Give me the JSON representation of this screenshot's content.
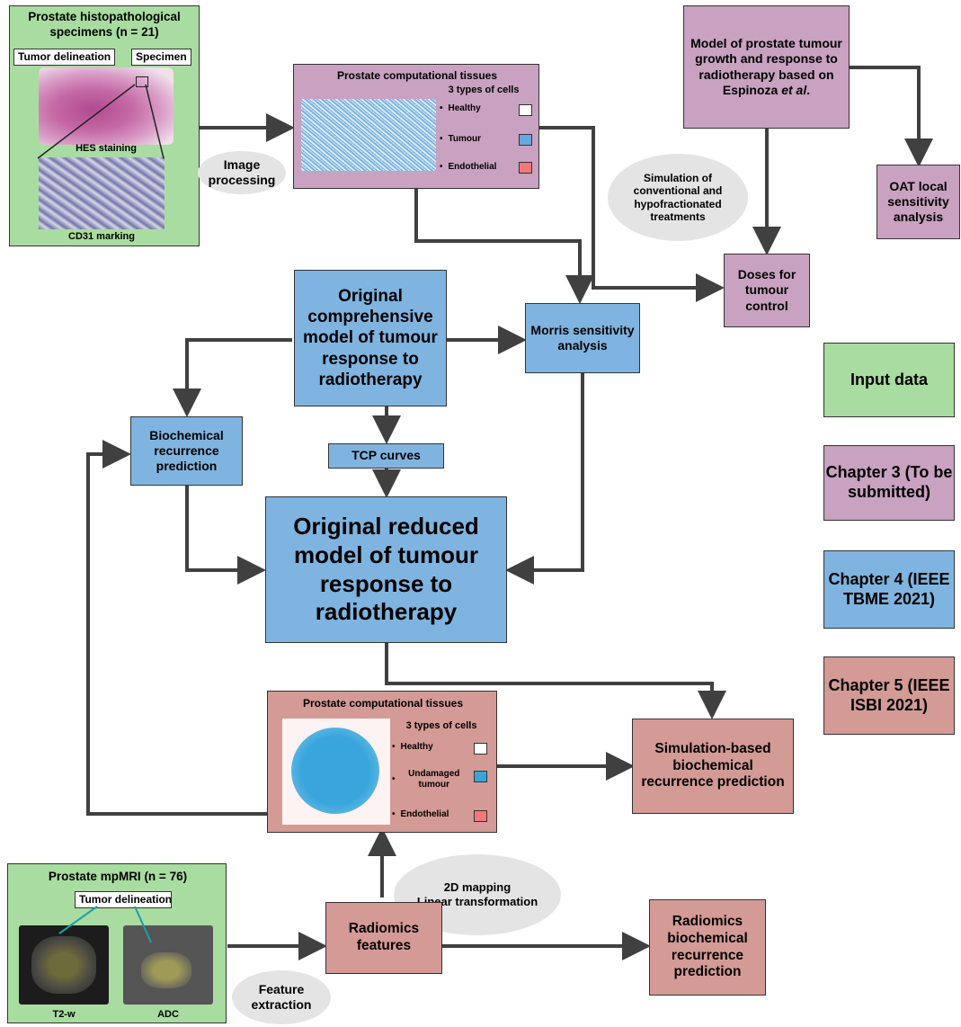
{
  "specimens": {
    "title": "Prostate histopathological specimens (n = 21)",
    "tumor_delineation": "Tumor delineation",
    "specimen": "Specimen",
    "hes": "HES staining",
    "cd31": "CD31 marking"
  },
  "tissues_top": {
    "title": "Prostate computational tissues",
    "types": "3 types of cells",
    "cells": [
      "Healthy",
      "Tumour",
      "Endothelial"
    ]
  },
  "espinoza": {
    "line1": "Model of prostate tumour growth and response to radiotherapy based on Espinoza",
    "etal": "et al",
    "period": "."
  },
  "oat": "OAT local sensitivity analysis",
  "image_processing": "Image processing",
  "simulation_treatments": "Simulation of conventional and hypofractionated treatments",
  "doses": "Doses for tumour control",
  "original_comprehensive": "Original comprehensive model of tumour response to radiotherapy",
  "morris": "Morris sensitivity analysis",
  "biochemical": "Biochemical recurrence prediction",
  "tcp": "TCP curves",
  "original_reduced": "Original reduced model of tumour response to radiotherapy",
  "tissues_bottom": {
    "title": "Prostate computational tissues",
    "types": "3 types of cells",
    "cells": [
      "Healthy",
      "Undamaged tumour",
      "Endothelial"
    ]
  },
  "simulation_based": "Simulation-based biochemical recurrence prediction",
  "mapping": "2D mapping\nLinear transformation",
  "mpmri": {
    "title": "Prostate mpMRI (n = 76)",
    "tumor_delineation": "Tumor delineation",
    "t2w": "T2-w",
    "adc": "ADC"
  },
  "radiomics_features": "Radiomics features",
  "radiomics_prediction": "Radiomics biochemical recurrence prediction",
  "feature_extraction": "Feature extraction",
  "legend": {
    "input": "Input data",
    "ch3": "Chapter 3 (To be submitted)",
    "ch4": "Chapter 4 (IEEE TBME 2021)",
    "ch5": "Chapter 5 (IEEE ISBI 2021)"
  },
  "colors": {
    "green": "#a9dca0",
    "purple": "#c8a2c0",
    "blue": "#7fb4e0",
    "red": "#d49a95",
    "oval": "#e4e4e4",
    "arrow": "#404040"
  }
}
